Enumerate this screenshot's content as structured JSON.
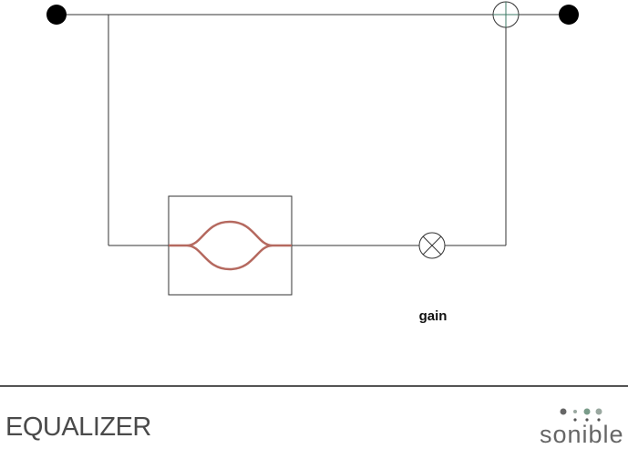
{
  "diagram": {
    "gain_label": "gain",
    "wire_color": "#333333",
    "filter_curve_color": "#b5695f",
    "adder_cross_color": "#3c7a64",
    "node_color": "#000000"
  },
  "footer": {
    "title": "EQUALIZER",
    "brand": "sonible",
    "divider_color": "#555555",
    "brand_dot_colors": [
      "#666666",
      "#9aa8a0",
      "#7a9c8a",
      "#555555"
    ]
  }
}
